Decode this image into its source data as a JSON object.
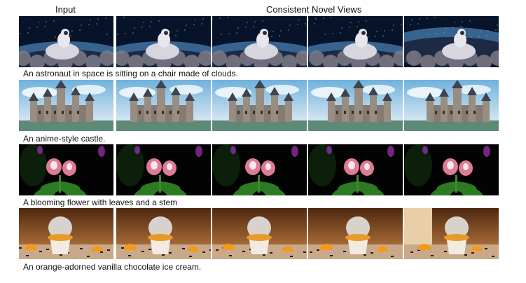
{
  "header": {
    "input_label": "Input",
    "novel_label": "Consistent Novel Views"
  },
  "rows": [
    {
      "id": "astronaut",
      "caption": "An astronaut in space is sitting on a chair made of clouds.",
      "colors": {
        "bg": "#071328",
        "glow": "#5fa6e6",
        "ground": "#7e7a86",
        "subject": "#e9e7ee"
      }
    },
    {
      "id": "castle",
      "caption": "An anime-style castle.",
      "colors": {
        "bg": "#6fb2dd",
        "glow": "#eef2f6",
        "ground": "#5d8a77",
        "subject": "#857b72"
      }
    },
    {
      "id": "flower",
      "caption": "A blooming flower with leaves and a stem",
      "colors": {
        "bg": "#030303",
        "glow": "#143c12",
        "ground": "#2c7a22",
        "subject": "#e07b95"
      }
    },
    {
      "id": "icecream",
      "caption": "An orange-adorned vanilla chocolate ice cream.",
      "colors": {
        "bg": "#4e2810",
        "glow": "#c88445",
        "ground": "#c9a98a",
        "subject": "#d8d2cc"
      }
    }
  ]
}
